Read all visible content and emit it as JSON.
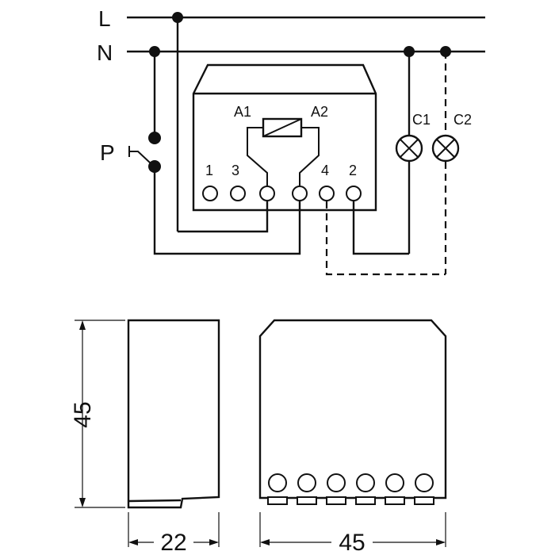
{
  "wiring": {
    "line_label": "L",
    "neutral_label": "N",
    "pushbutton_label": "P",
    "coil_labels": {
      "a1": "A1",
      "a2": "A2"
    },
    "terminal_labels": [
      "1",
      "3",
      "4",
      "2"
    ],
    "lamp_labels": {
      "c1": "C1",
      "c2": "C2"
    }
  },
  "dimensions": {
    "height": "45",
    "side_width": "22",
    "front_width": "45"
  },
  "colors": {
    "ink": "#111111",
    "background": "#ffffff"
  }
}
